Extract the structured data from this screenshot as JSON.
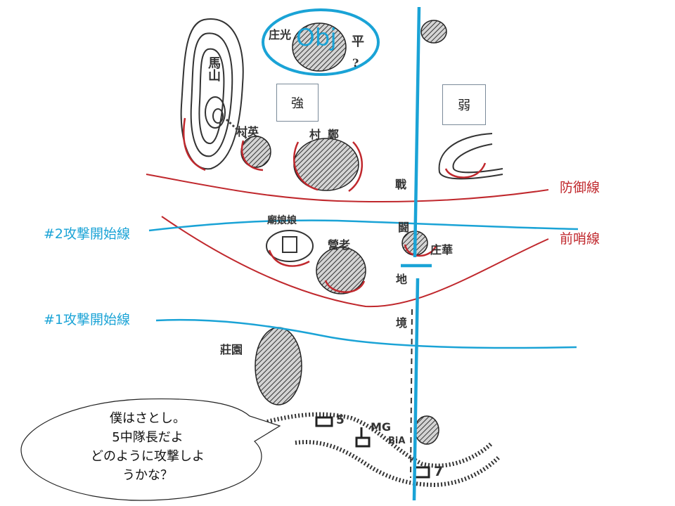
{
  "region_labels": {
    "strong": "強",
    "weak": "弱"
  },
  "lines": {
    "defense": "防御線",
    "outpost": "前哨線",
    "attack2": "#2攻撃開始線",
    "attack1": "#1攻撃開始線"
  },
  "obj_label": "Obj",
  "map_text": {
    "mashan": "馬山",
    "village_ying": "村英",
    "village_zheng": "村鄭",
    "village_zhuangguang": "庄光",
    "pingxing": "平",
    "qmark": "?",
    "zhan": "戰",
    "dou": "闘",
    "di": "地",
    "jing": "境",
    "temple": "廟娘娘",
    "village_lao": "營老",
    "village_hua": "庄華",
    "zhuangyuan": "莊園",
    "mg": "MG",
    "bia": "BiA",
    "five": "5",
    "seven": "7"
  },
  "speech_bubble": {
    "lines": [
      "僕はさとし。",
      "5中隊長だよ",
      "どのように攻撃しよ",
      "うかな？"
    ]
  },
  "colors": {
    "red": "#c0282d",
    "blue": "#1aa3d6"
  }
}
